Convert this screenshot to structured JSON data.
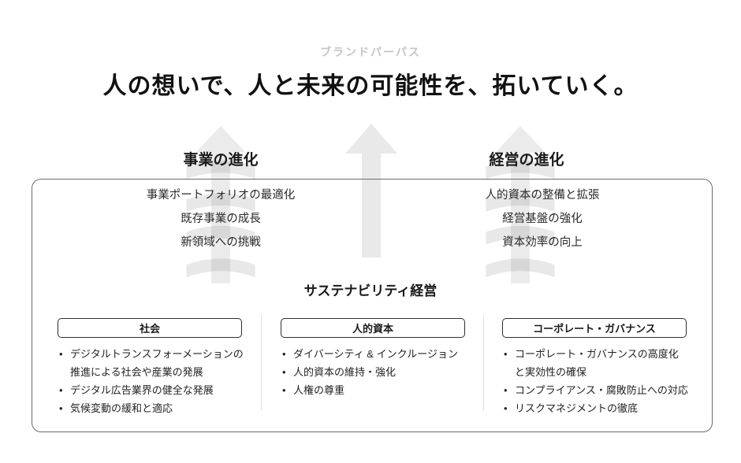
{
  "header": {
    "eyebrow": "ブランドパーパス",
    "title": "人の想いで、人と未来の可能性を、拓いていく。"
  },
  "pillars": [
    {
      "heading": "事業の進化",
      "items": [
        "事業ポートフォリオの最適化",
        "既存事業の成長",
        "新領域への挑戦"
      ]
    },
    {
      "heading": "経営の進化",
      "items": [
        "人的資本の整備と拡張",
        "経営基盤の強化",
        "資本効率の向上"
      ]
    }
  ],
  "sustainability": {
    "heading": "サステナビリティ経営",
    "categories": [
      {
        "label": "社会",
        "items": [
          "デジタルトランスフォーメーションの\n推進による社会や産業の発展",
          "デジタル広告業界の健全な発展",
          "気候変動の緩和と適応"
        ]
      },
      {
        "label": "人的資本",
        "items": [
          "ダイバーシティ & インクルージョン",
          "人的資本の維持・強化",
          "人権の尊重"
        ]
      },
      {
        "label": "コーポレート・ガバナンス",
        "items": [
          "コーポレート・ガバナンスの高度化\nと実効性の確保",
          "コンプライアンス・腐敗防止への対応",
          "リスクマネジメントの徹底"
        ]
      }
    ]
  },
  "icons": {
    "left_arrow": "spiral-up-arrow-icon",
    "center_arrow": "up-arrow-icon",
    "right_arrow": "spiral-up-arrow-icon"
  },
  "colors": {
    "arrow_fill": "#ebebeb",
    "eyebrow_text": "#c6c6c6",
    "title_text": "#111111",
    "container_border": "#6b6b6b",
    "category_box_border": "#2e2e2e",
    "divider": "#e0e0e0",
    "background": "#ffffff"
  }
}
